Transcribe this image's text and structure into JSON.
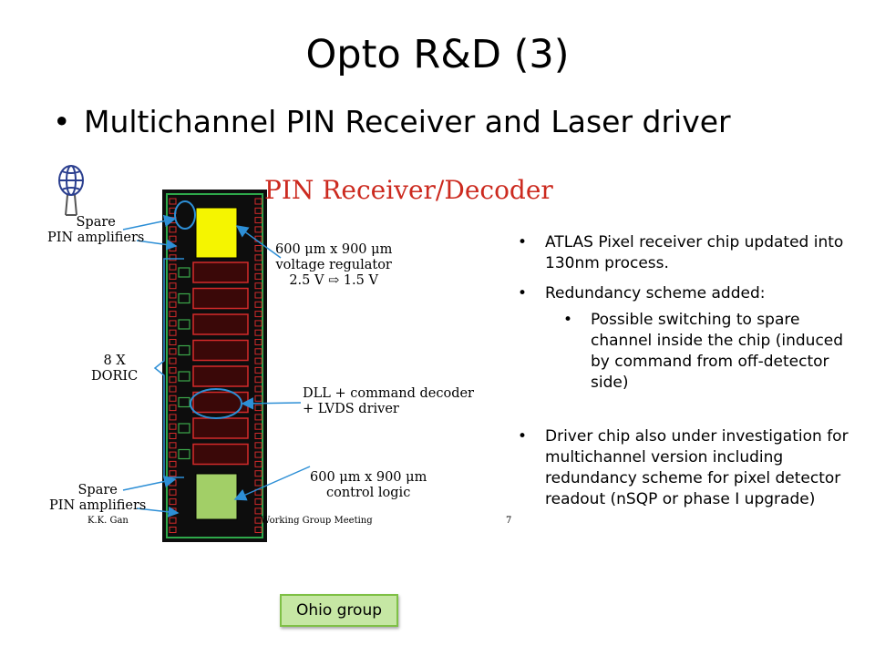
{
  "slide": {
    "title": "Opto R&D (3)",
    "main_bullet": "Multichannel PIN Receiver and Laser driver",
    "bullet_glyph": "•"
  },
  "figure": {
    "title": "PIN Receiver/Decoder",
    "labels": {
      "spare_top": [
        "Spare",
        "PIN amplifiers"
      ],
      "regulator": [
        "600 μm x 900 μm",
        "voltage regulator",
        "2.5 V ⇨ 1.5 V"
      ],
      "doric": [
        "8 X",
        "DORIC"
      ],
      "dll": [
        "DLL + command decoder",
        "+ LVDS driver"
      ],
      "control": [
        "600 μm x 900 μm",
        "control logic"
      ],
      "spare_bottom": [
        "Spare",
        "PIN amplifiers"
      ]
    },
    "footer": {
      "author": "K.K. Gan",
      "meeting": "Working Group Meeting",
      "page": "7"
    },
    "colors": {
      "chip_bg": "#0d0d0d",
      "pad_red": "#d42a2a",
      "pad_green": "#3ca84a",
      "yellow_block": "#f5f500",
      "green_block": "#a2cf67",
      "callout_blue": "#2d8fd6"
    }
  },
  "right_bullets": {
    "items": [
      "ATLAS Pixel receiver chip updated into 130nm process.",
      "Redundancy scheme added:",
      "Driver chip also under investigation for multichannel version including redundancy scheme for pixel detector readout (nSQP or phase I upgrade)"
    ],
    "subitems": [
      "Possible switching to spare channel inside the chip (induced by command from off-detector side)"
    ]
  },
  "badge": {
    "label": "Ohio group"
  }
}
